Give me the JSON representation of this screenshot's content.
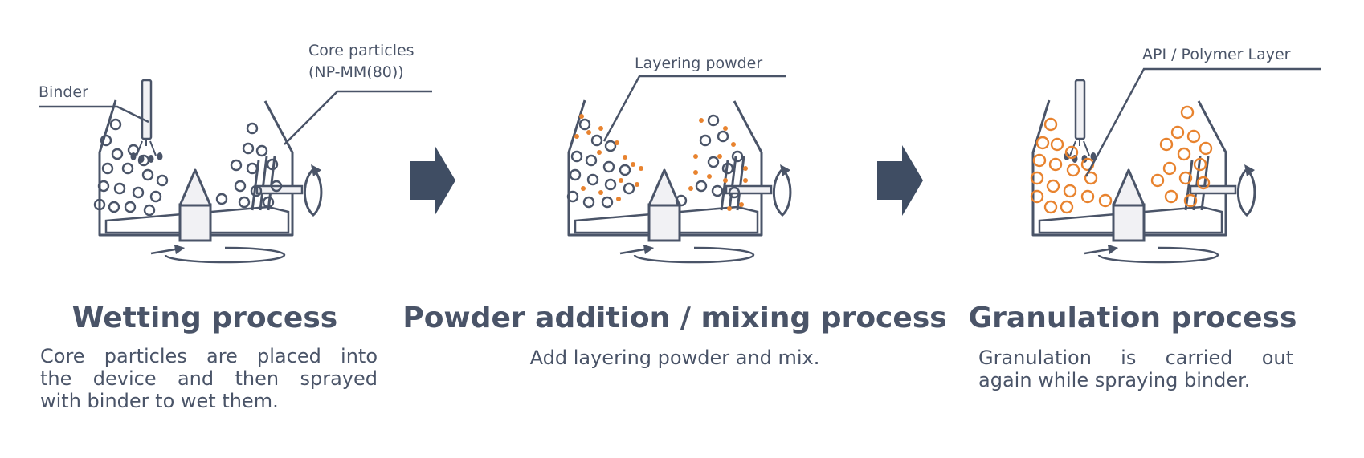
{
  "steps": [
    {
      "title": "Wetting process",
      "description_lines": [
        "Core particles are placed into",
        "the device and then sprayed",
        "with binder to wet them."
      ],
      "callouts": [
        "Binder",
        "Core particles",
        "(NP-MM(80))"
      ]
    },
    {
      "title": "Powder addition / mixing process",
      "description_lines": [
        "Add layering powder and mix."
      ],
      "callouts": [
        "Layering powder"
      ]
    },
    {
      "title": "Granulation process",
      "description_lines": [
        "Granulation is carried out",
        "again while spraying binder."
      ],
      "callouts": [
        "API / Polymer Layer"
      ]
    }
  ],
  "colors": {
    "ink": "#4a5468",
    "arrow": "#3f4d63",
    "powder": "#e8832f",
    "fill": "#f1f1f4"
  }
}
